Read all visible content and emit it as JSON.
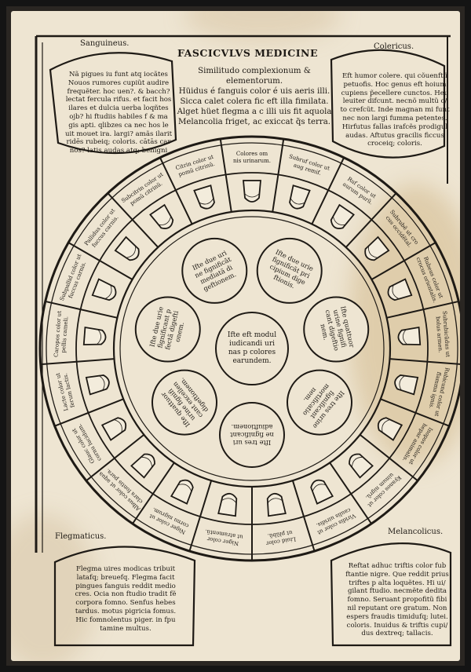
{
  "header": {
    "title": "FASCICVLVS MEDICINE",
    "center_lines": [
      "Similitudo complexionum &",
      "elementorum.",
      "Hüidus é fanguis color é uis aeris illi.",
      "Sicca calet colera fic eft illa fimilata.",
      "Alget hüet flegma a c illi uis fit aquola",
      "Melancolia friget, ac exiccat q̃s terra."
    ]
  },
  "corners": {
    "sanguineus": {
      "label": "Sanguineus.",
      "lines": [
        "Nã pigues iu funt atq iocãtes",
        "Nouos rumores cupiũt audire",
        "frequẽter. hoc uen?. & bacch?",
        "lectat fercula rifus. et facit hos",
        "ilares et dulcia uerba loqñtes",
        "ojb? hi ftudiis habiles f & ma",
        "gis apti. qlibzes ca nec hos le",
        "uit mouet ira. largi? amãs ilarit",
        "ridēs rubeiq; coloris. cātās car",
        "nos? latis audas atq; benigni"
      ]
    },
    "colericus": {
      "label": "Colericus.",
      "lines": [
        "Eft humor colere. qui cõuenft ĩ",
        "petuofis. Hoc genus eft hoium",
        "cupiens p̃ecellere cunctos. Heu",
        "leuiter difcunt. necnõ multũ c/",
        "to crefcũt. Inde magnan mi funt",
        "nec non largi fumma petentes.",
        "Hirfutus fallas irafcẽs prodigul",
        "audas. Aftutus gracilis ficcus",
        "croceiq; coloris."
      ]
    },
    "flegmaticus": {
      "label": "Flegmaticus.",
      "lines": [
        "Flegma uires modicas tribuit",
        "latafq; breuefq. Flegma facit",
        "pingues fanguis reddit medio",
        "cres. Ocia non ftudio tradit fẽ",
        "corpora fomno. Senfus hebes",
        "tardus. motus pigricia fomus.",
        "Hic fomnolentus piger. in fpu",
        "tamine multus."
      ]
    },
    "melancolicus": {
      "label": "Melancolicus.",
      "lines": [
        "Reftat adhuc triftis color fub",
        "ftantie nigre. Que reddit prius",
        "triftes p alta loquẽtes. Hi ui/",
        "gilant ftudio. necmẽte dedita",
        "fomno. Seruant propofitũ fibi",
        "nil reputant ore gratum. Non",
        "espers fraudis timidufq; lutei.",
        "coloris. Inuidus & triftis cupi/",
        "dus dextreq; tallacis."
      ]
    }
  },
  "wheel": {
    "inner_center": [
      "Ifte eft modul",
      "iudicandi uri",
      "nas p colores",
      "earundem."
    ],
    "inner_circles": [
      [
        "Ifte due uri",
        "ne fignificãt",
        "mediatã di",
        "geftionem."
      ],
      [
        "Ifte due urie",
        "fignificãt pri",
        "cipium dige",
        "ftionis."
      ],
      [
        "Ifte quattuor",
        "urine fignifi",
        "cant digeftio",
        "nem."
      ],
      [
        "Ifte tres urine",
        "fignificant",
        "mortificatio",
        "nem."
      ],
      [
        "Ifte tres uri",
        "ne fignificant",
        "adiuftionem."
      ],
      [
        "Ifte quattuor",
        "urine fignifi",
        "cant excellen",
        "digeftionem."
      ],
      [
        "Ifte due urie",
        "fignificant p",
        "fectã digefti",
        "onem."
      ]
    ],
    "color_labels": [
      "Colores om nis urinarum.",
      "Subruf color ut aug remif.",
      "Ruf color ut aurum purũ.",
      "Subrubẽ ut cro cus occidẽtal.",
      "Rubeus color ut crocus orientalis.",
      "Subrubicũdus ut bolus armen.",
      "Rubicund color ut flamma ignis.",
      "Inopos color ut hepar animalis.",
      "Kyanos color ut uinum nigrũ.",
      "Viridis color ut caulis uiridis.",
      "Liuid color ut plũbũ.",
      "Niger color ut atramentũ.",
      "Niger color ut cornu nigrum.",
      "Albus color ut aqua clara fontis pura.",
      "Glauc color ut cornu lucidum.",
      "Lacte color ut ferum lactis.",
      "Caropos color ut pellis cameli.",
      "Subpallid color ut fuccus carnis.",
      "Pallidus color ut fuccus carnis.",
      "Subcitrin color ut pomũ citrinũ.",
      "Citrin color ut pomũ citrinũ."
    ]
  }
}
